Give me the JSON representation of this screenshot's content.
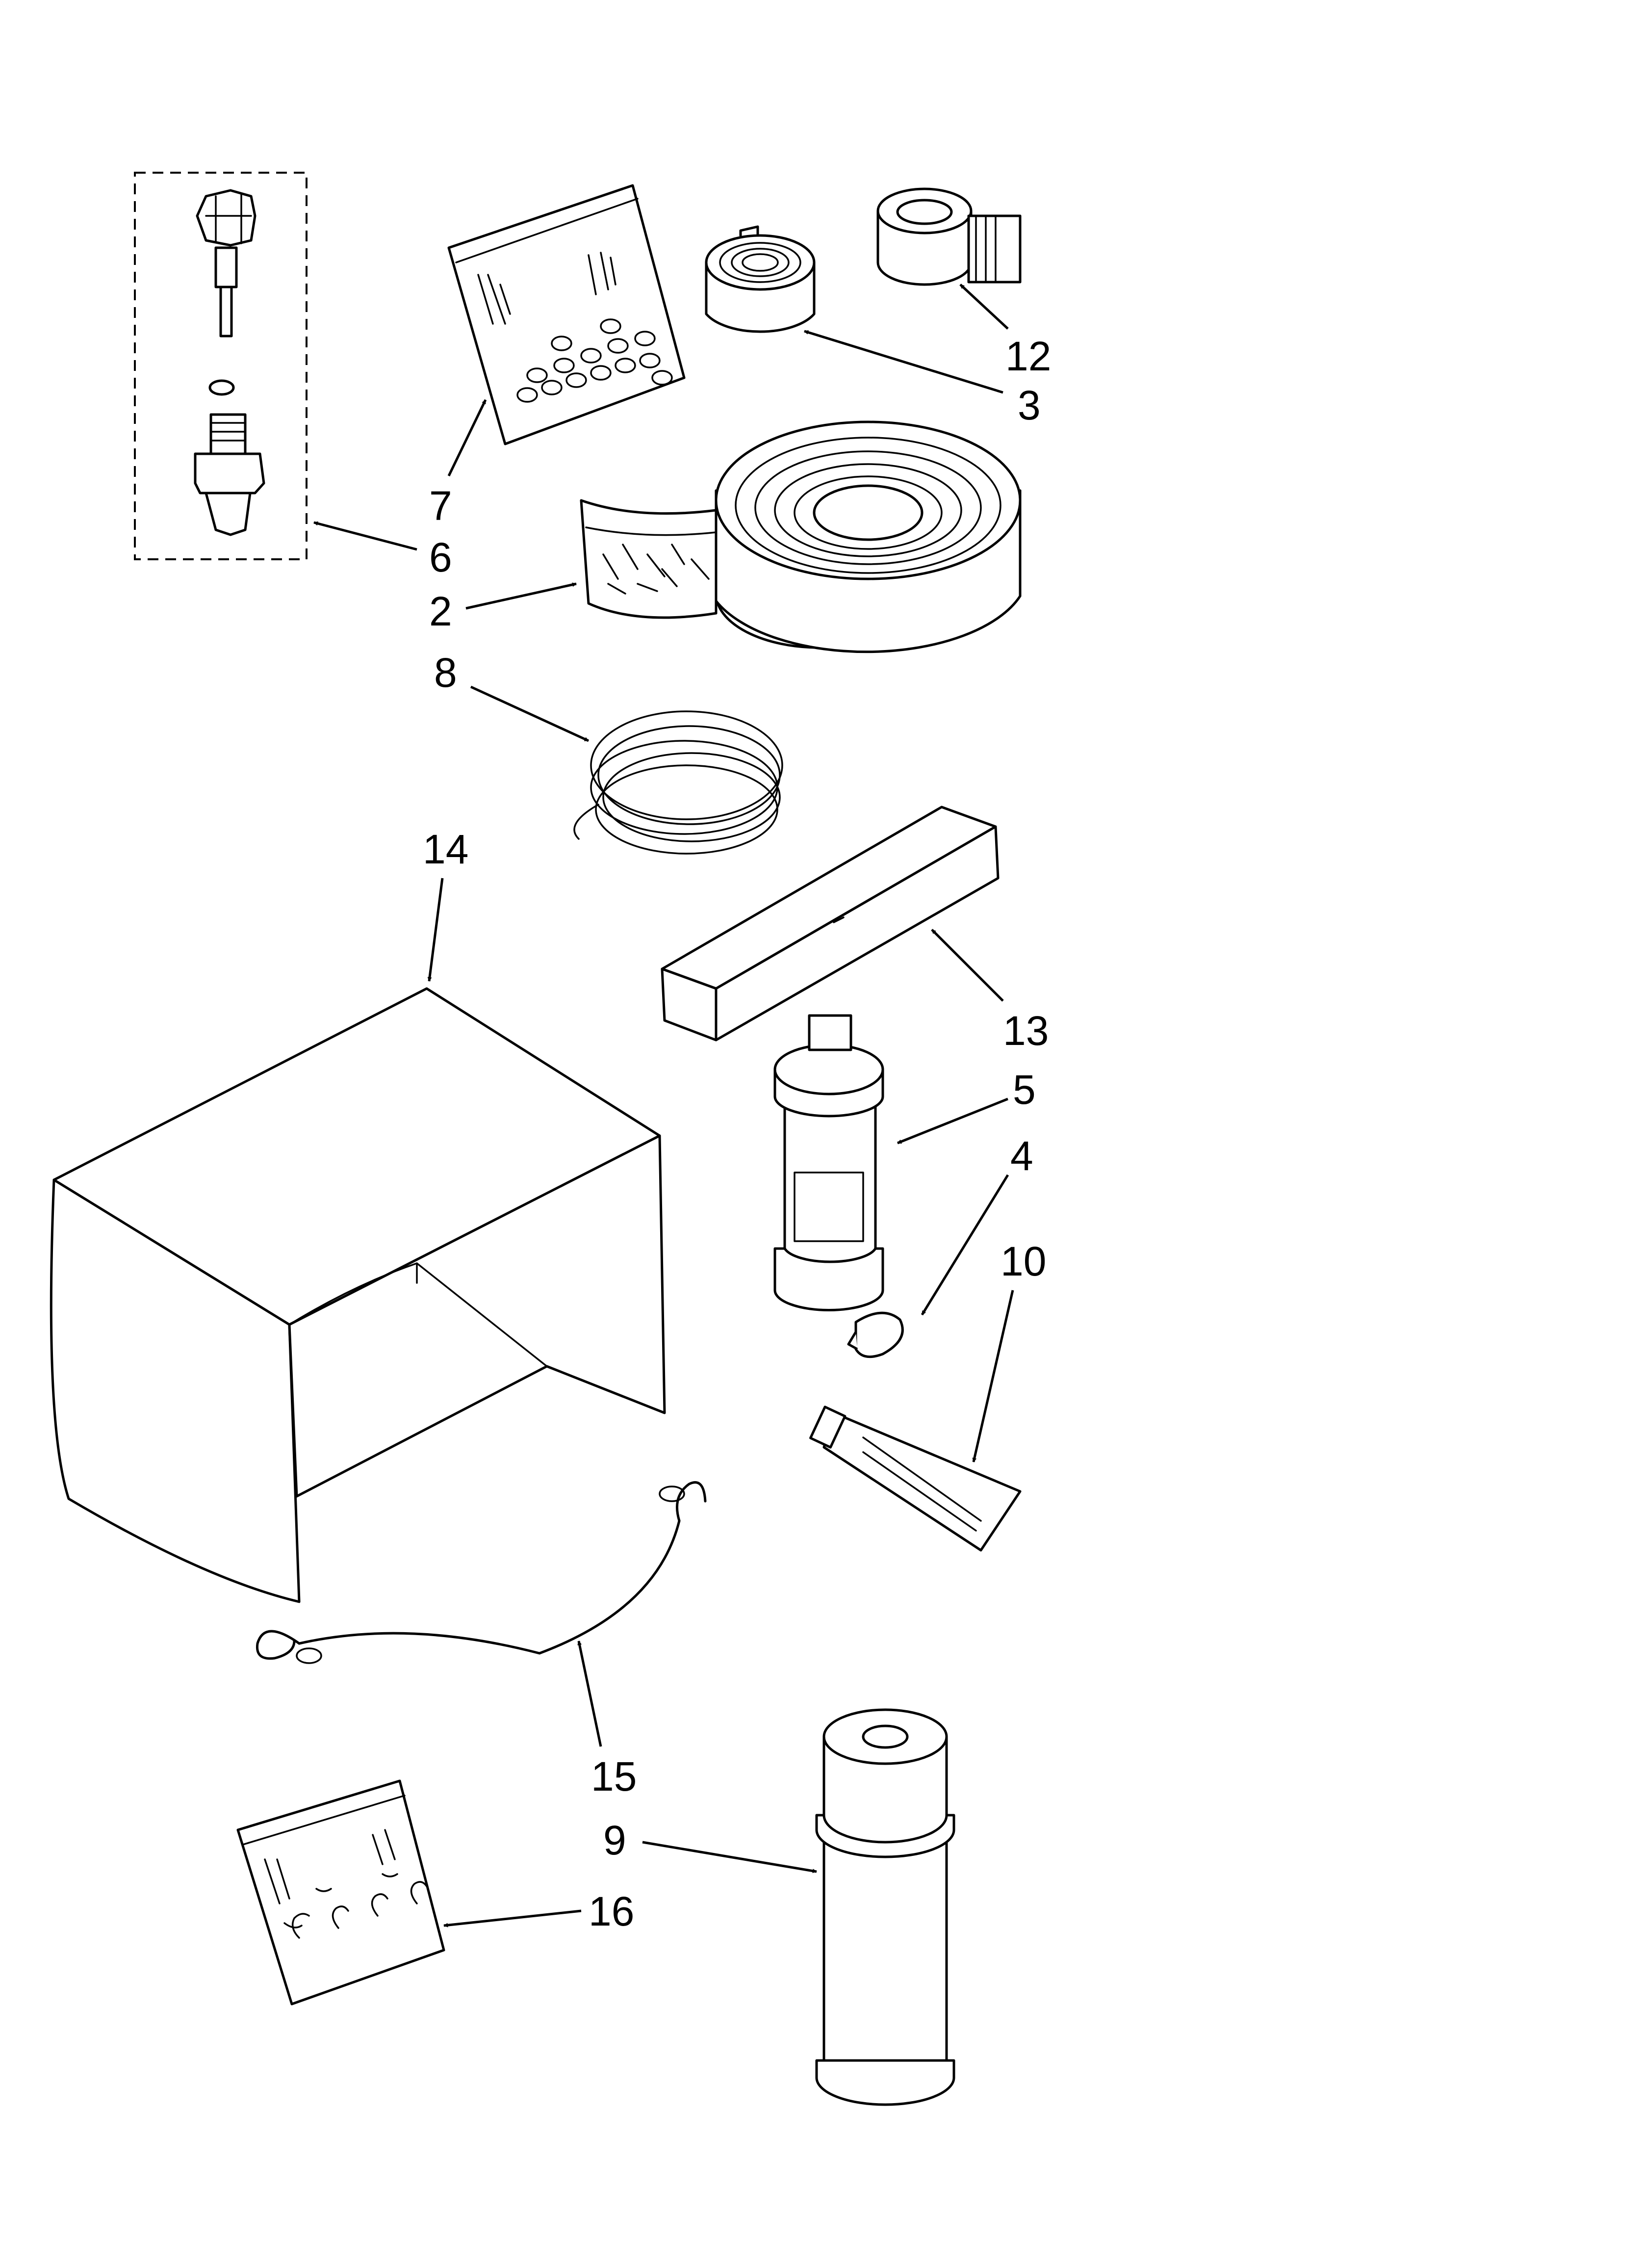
{
  "callouts": [
    {
      "id": "12",
      "label": "12"
    },
    {
      "id": "3",
      "label": "3"
    },
    {
      "id": "7",
      "label": "7"
    },
    {
      "id": "6",
      "label": "6"
    },
    {
      "id": "2",
      "label": "2"
    },
    {
      "id": "8",
      "label": "8"
    },
    {
      "id": "14",
      "label": "14"
    },
    {
      "id": "13",
      "label": "13"
    },
    {
      "id": "5",
      "label": "5"
    },
    {
      "id": "4",
      "label": "4"
    },
    {
      "id": "10",
      "label": "10"
    },
    {
      "id": "15",
      "label": "15"
    },
    {
      "id": "9",
      "label": "9"
    },
    {
      "id": "16",
      "label": "16"
    }
  ]
}
